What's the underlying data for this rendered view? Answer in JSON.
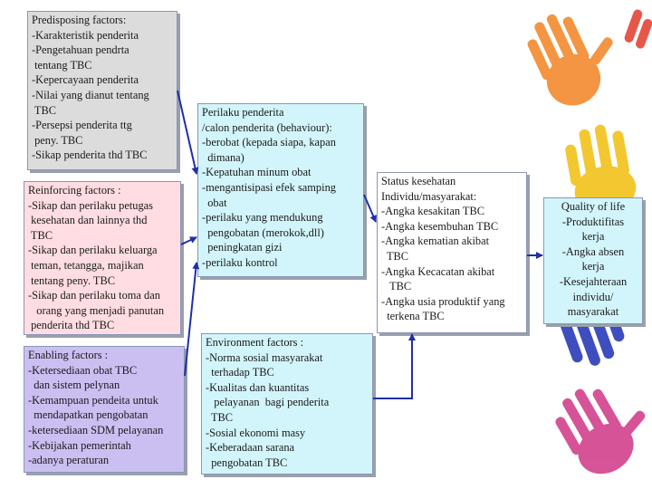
{
  "boxes": {
    "predisposing": {
      "lines": [
        "Predisposing factors:",
        "-Karakteristik penderita",
        "-Pengetahuan pendrta",
        " tentang TBC",
        "-Kepercayaan penderita",
        "-Nilai yang dianut tentang",
        " TBC",
        "-Persepsi penderita ttg",
        " peny. TBC",
        "-Sikap penderita thd TBC"
      ]
    },
    "reinforcing": {
      "lines": [
        "Reinforcing factors :",
        "-Sikap dan perilaku petugas",
        " kesehatan dan lainnya thd",
        " TBC",
        "-Sikap dan perilaku keluarga",
        " teman, tetangga, majikan",
        " tentang peny. TBC",
        "-Sikap dan perilaku toma dan",
        "   orang yang menjadi panutan",
        " penderita thd TBC"
      ]
    },
    "enabling": {
      "lines": [
        "Enabling factors :",
        "-Ketersediaan obat TBC",
        "  dan sistem pelynan",
        "-Kemampuan pendeita untuk",
        "  mendapatkan pengobatan",
        "-ketersediaan SDM pelayanan",
        "-Kebijakan pemerintah",
        "-adanya peraturan"
      ]
    },
    "perilaku": {
      "lines": [
        "Perilaku penderita",
        "/calon penderita (behaviour):",
        "-berobat (kepada siapa, kapan",
        "  dimana)",
        "-Kepatuhan minum obat",
        "-mengantisipasi efek samping",
        "  obat",
        "-perilaku yang mendukung",
        "  pengobatan (merokok,dll)",
        "  peningkatan gizi",
        "-perilaku kontrol"
      ]
    },
    "environment": {
      "lines": [
        "Environment factors :",
        "-Norma sosial masyarakat",
        "  terhadap TBC",
        "-Kualitas dan kuantitas",
        "   pelayanan  bagi penderita",
        "  TBC",
        "-Sosial ekonomi masy",
        "-Keberadaan sarana",
        "  pengobatan TBC"
      ]
    },
    "status": {
      "lines": [
        "Status kesehatan",
        "Individu/masyarakat:",
        "-Angka kesakitan TBC",
        "-Angka kesembuhan TBC",
        "-Angka kematian akibat",
        "  TBC",
        "-Angka Kecacatan akibat",
        "   TBC",
        "-Angka usia produktif yang",
        "  terkena TBC"
      ]
    },
    "quality": {
      "lines": [
        "Quality of life",
        "-Produktifitas",
        "kerja",
        "-Angka absen",
        "kerja",
        "-Kesejahteraan",
        "individu/",
        "masyarakat"
      ]
    }
  },
  "colors": {
    "arrow": "#1f2fa8",
    "hand_orange": "#f28a2e",
    "hand_yellow": "#f2c21a",
    "hand_green": "#7ac143",
    "hand_blue": "#2a3bb8",
    "hand_pink": "#d2418c",
    "hand_red": "#e23a2a"
  },
  "decoration_icons": [
    "handprint-icon"
  ]
}
